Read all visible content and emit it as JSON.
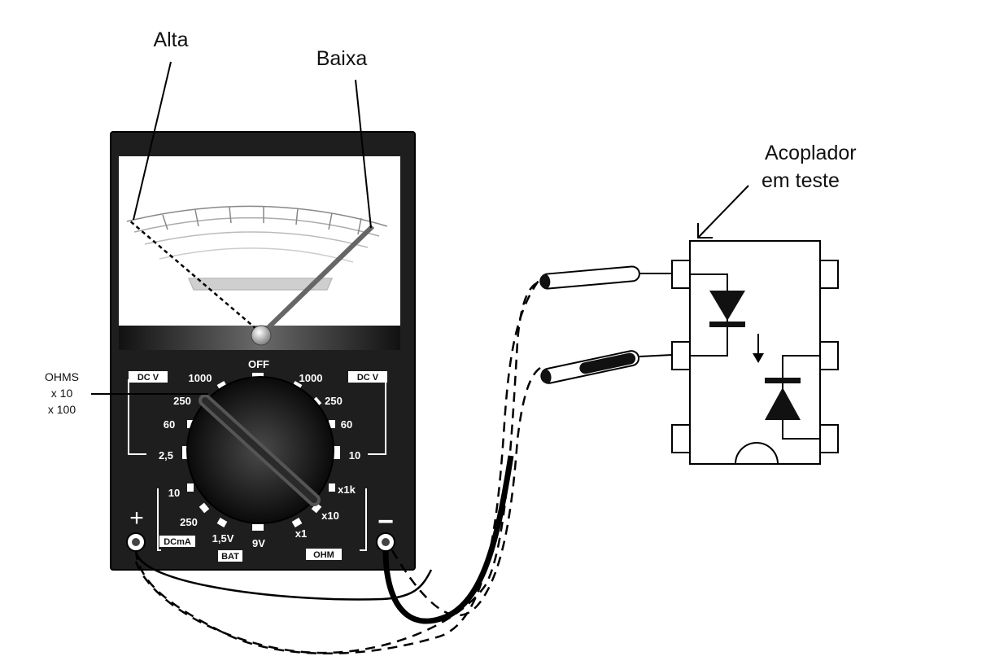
{
  "labels": {
    "alta": "Alta",
    "baixa": "Baixa",
    "acoplador_line1": "Acoplador",
    "acoplador_line2": "em teste",
    "ohms_line1": "OHMS",
    "ohms_line2": "x 10",
    "ohms_line3": "x 100"
  },
  "meter": {
    "off": "OFF",
    "dcv_left": "DC V",
    "dcv_right": "DC V",
    "v1000_left": "1000",
    "v1000_right": "1000",
    "v250_left": "250",
    "v250_right": "250",
    "v60_left": "60",
    "v60_right": "60",
    "v25": "2,5",
    "v10_right": "10",
    "ma10": "10",
    "ma250": "250",
    "dcma": "DCmA",
    "bat15": "1,5V",
    "bat9": "9V",
    "bat": "BAT",
    "ohm_x1k": "x1k",
    "ohm_x10": "x10",
    "ohm_x1": "x1",
    "ohm": "OHM",
    "plus": "+",
    "minus": "−"
  }
}
